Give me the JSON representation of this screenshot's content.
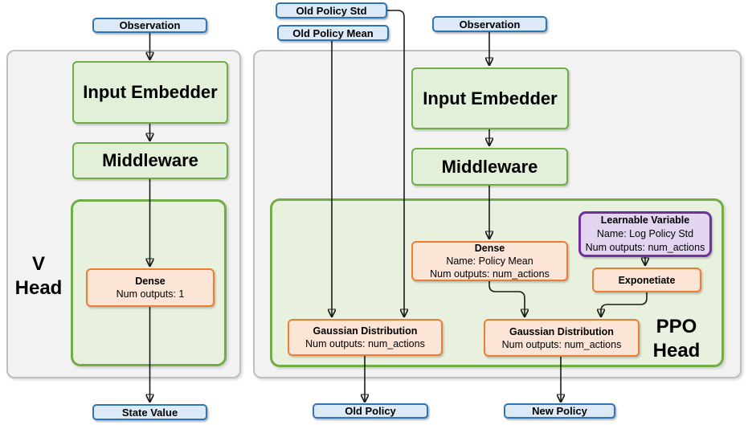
{
  "colors": {
    "page_bg": "#ffffff",
    "panel_fill": "#f2f2f2",
    "panel_border": "#bfbfbf",
    "green_border": "#70ad47",
    "green_fill": "#e2efd9",
    "green_container_fill": "#e8f1de",
    "blue_border": "#2e75b6",
    "blue_fill": "#dce9f7",
    "orange_border": "#ed7d31",
    "orange_fill": "#fce4d6",
    "purple_border": "#7030a0",
    "purple_fill": "#e3d5f0",
    "arrow": "#1a1a1a",
    "text": "#000000"
  },
  "v_head": {
    "label_line1": "V",
    "label_line2": "Head",
    "observation": "Observation",
    "input_embedder": "Input Embedder",
    "middleware": "Middleware",
    "dense": {
      "title": "Dense",
      "line1": "Num outputs: 1"
    },
    "state_value": "State Value"
  },
  "ppo_head": {
    "label_line1": "PPO",
    "label_line2": "Head",
    "old_policy_std": "Old Policy Std",
    "old_policy_mean": "Old Policy Mean",
    "observation": "Observation",
    "input_embedder": "Input Embedder",
    "middleware": "Middleware",
    "dense": {
      "title": "Dense",
      "line1": "Name: Policy Mean",
      "line2": "Num outputs: num_actions"
    },
    "learnable_variable": {
      "title": "Learnable Variable",
      "line1": "Name: Log Policy Std",
      "line2": "Num outputs: num_actions"
    },
    "exponetiate": "Exponetiate",
    "gaussian_distribution_old": {
      "title": "Gaussian Distribution",
      "line1": "Num outputs: num_actions"
    },
    "gaussian_distribution_new": {
      "title": "Gaussian Distribution",
      "line1": "Num outputs: num_actions"
    },
    "old_policy": "Old Policy",
    "new_policy": "New Policy"
  },
  "edges": [
    {
      "from": "observation-v",
      "to": "input-embedder-v"
    },
    {
      "from": "input-embedder-v",
      "to": "middleware-v"
    },
    {
      "from": "middleware-v",
      "to": "dense-v"
    },
    {
      "from": "dense-v",
      "to": "state-value"
    },
    {
      "from": "observation-ppo",
      "to": "input-embedder-ppo"
    },
    {
      "from": "input-embedder-ppo",
      "to": "middleware-ppo"
    },
    {
      "from": "middleware-ppo",
      "to": "dense-policy-mean"
    },
    {
      "from": "dense-policy-mean",
      "to": "gaussian-distribution-new"
    },
    {
      "from": "learnable-variable",
      "to": "exponetiate"
    },
    {
      "from": "exponetiate",
      "to": "gaussian-distribution-new"
    },
    {
      "from": "old-policy-mean",
      "to": "gaussian-distribution-old"
    },
    {
      "from": "old-policy-std",
      "to": "gaussian-distribution-old"
    },
    {
      "from": "gaussian-distribution-old",
      "to": "old-policy"
    },
    {
      "from": "gaussian-distribution-new",
      "to": "new-policy"
    }
  ]
}
